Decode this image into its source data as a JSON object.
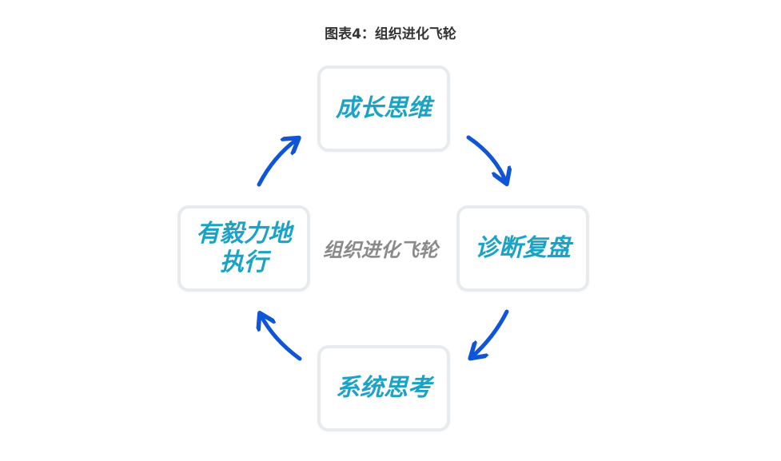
{
  "title": "图表4：组织进化飞轮",
  "center_label": "组织进化飞轮",
  "nodes": {
    "top": "成长思维",
    "right": "诊断复盘",
    "bottom": "系统思考",
    "left_line1": "有毅力地",
    "left_line2": "执行"
  },
  "colors": {
    "node_text": "#1ba3c6",
    "arrow": "#1055d6",
    "node_border": "#e8ebee"
  }
}
